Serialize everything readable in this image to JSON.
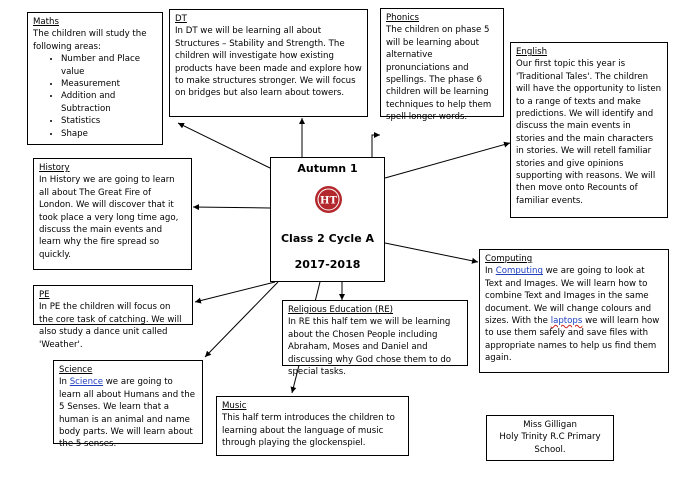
{
  "maths": {
    "heading": "Maths",
    "intro": "The children will study the following areas:",
    "items": [
      "Number and Place value",
      "Measurement",
      "Addition and Subtraction",
      "Statistics",
      "Shape"
    ]
  },
  "dt": {
    "heading": "DT",
    "text": "In DT we will be learning all about Structures – Stability and Strength. The children will investigate how existing products have been made and explore how to make structures stronger. We will focus on bridges but also learn about towers."
  },
  "phonics": {
    "heading": "Phonics",
    "text": "The children on phase 5 will be learning about alternative pronunciations and spellings. The phase 6 children will be learning techniques to help them spell longer words."
  },
  "english": {
    "heading": "English",
    "text": "Our first topic this year is 'Traditional Tales'. The children will have the opportunity to listen to a range of texts and make predictions. We will identify and discuss the main events in stories and the main characters in stories. We will retell familiar stories and give opinions supporting with reasons. We will then move onto Recounts of familiar events."
  },
  "history": {
    "heading": "History",
    "text": "In History we are going to learn all about The Great Fire of London. We will discover that it took place a very long time ago, discuss the main events and learn why the fire spread so quickly."
  },
  "center": {
    "title": "Autumn 1",
    "class_cycle": "Class 2 Cycle A",
    "year": "2017-2018",
    "logo_letters": "HT"
  },
  "computing": {
    "heading": "Computing",
    "pre": "In ",
    "keyword": "Computing",
    "mid": " we are going to look at Text and Images. We will learn how to combine Text and Images in the same document. We will change colours and sizes. With the ",
    "laptops": "laptops",
    "post": " we will learn how to use them safely and save files with appropriate names to help us find them again."
  },
  "pe": {
    "heading": "PE",
    "text": "In PE the children will focus on the core task of catching. We will also study a dance unit called 'Weather'."
  },
  "re": {
    "heading": "Religious Education (RE)",
    "text": "In RE this half tem we will be learning about the Chosen People including Abraham, Moses and Daniel and discussing why God chose them to do special tasks."
  },
  "science": {
    "heading": "Science",
    "pre": "In ",
    "keyword": "Science",
    "post": " we are going to learn all about Humans and the 5 Senses. We learn that a human is an animal and name body parts. We will learn about the 5 senses."
  },
  "music": {
    "heading": "Music",
    "text": "This half term introduces the children to learning about the language of music through playing the glockenspiel."
  },
  "signature": {
    "name": "Miss Gilligan",
    "school_line1": "Holy Trinity R.C Primary",
    "school_line2": "School."
  },
  "colors": {
    "logo_red": "#b3282d"
  }
}
